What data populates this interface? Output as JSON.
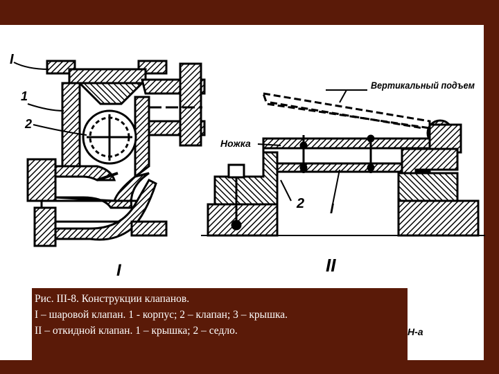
{
  "figure": {
    "label_left_roman": "I",
    "label_right_roman": "II",
    "left_callouts": [
      "I",
      "1",
      "2"
    ],
    "right_callouts": [
      "Ножка",
      "2",
      "I"
    ],
    "lifted_note": "Вертикальный подъем",
    "bottom_right_fragment": "Н-а"
  },
  "caption": {
    "line1": "Рис. III-8. Конструкции клапанов.",
    "line2": "I – шаровой клапан. 1 - корпус; 2 – клапан; 3 – крышка.",
    "line3": "II – откидной клапан. 1 – крышка; 2 – седло."
  },
  "colors": {
    "frame": "#5a1a08",
    "caption_bg": "#5a1a08",
    "caption_text": "#ffffff",
    "panel": "#ffffff",
    "ink": "#000000"
  }
}
